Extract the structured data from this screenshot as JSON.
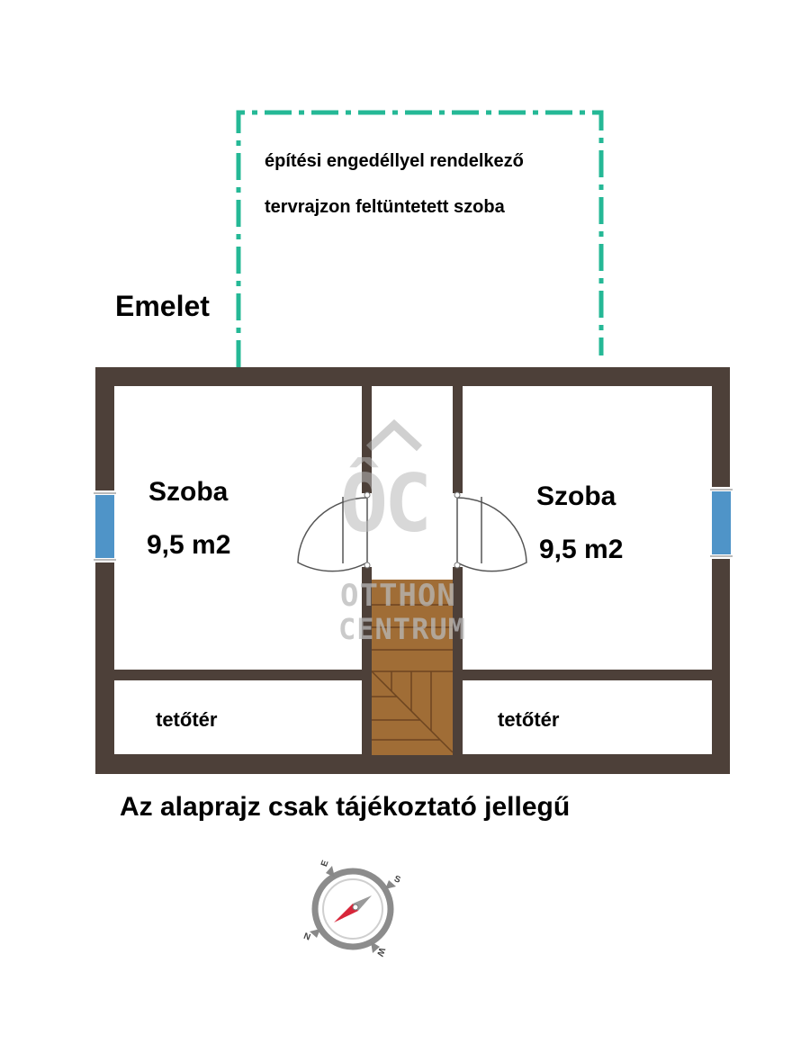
{
  "floor_label": "Emelet",
  "planned_room_note": {
    "line1": "építési engedéllyel rendelkező",
    "line2": "tervrajzon feltüntetett szoba"
  },
  "rooms": [
    {
      "name": "Szoba",
      "area": "9,5 m2"
    },
    {
      "name": "Szoba",
      "area": "9,5 m2"
    }
  ],
  "attics": [
    {
      "name": "tetőtér"
    },
    {
      "name": "tetőtér"
    }
  ],
  "disclaimer": "Az alaprajz csak tájékoztató jellegű",
  "watermark": {
    "logo": "ÔC",
    "line1": "OTTHON",
    "line2": "CENTRUM"
  },
  "compass_letters": {
    "e": "E",
    "s": "S",
    "w": "W",
    "n": "N"
  },
  "colors": {
    "wall": "#4d4039",
    "planned_outline": "#25b896",
    "window": "#4f94c8",
    "stairs": "#a06d36",
    "compass_needle": "#d8263a"
  },
  "icons": [
    "compass-icon",
    "stairs-icon",
    "door-swing-icon",
    "window-icon",
    "otthon-centrum-logo-icon"
  ]
}
